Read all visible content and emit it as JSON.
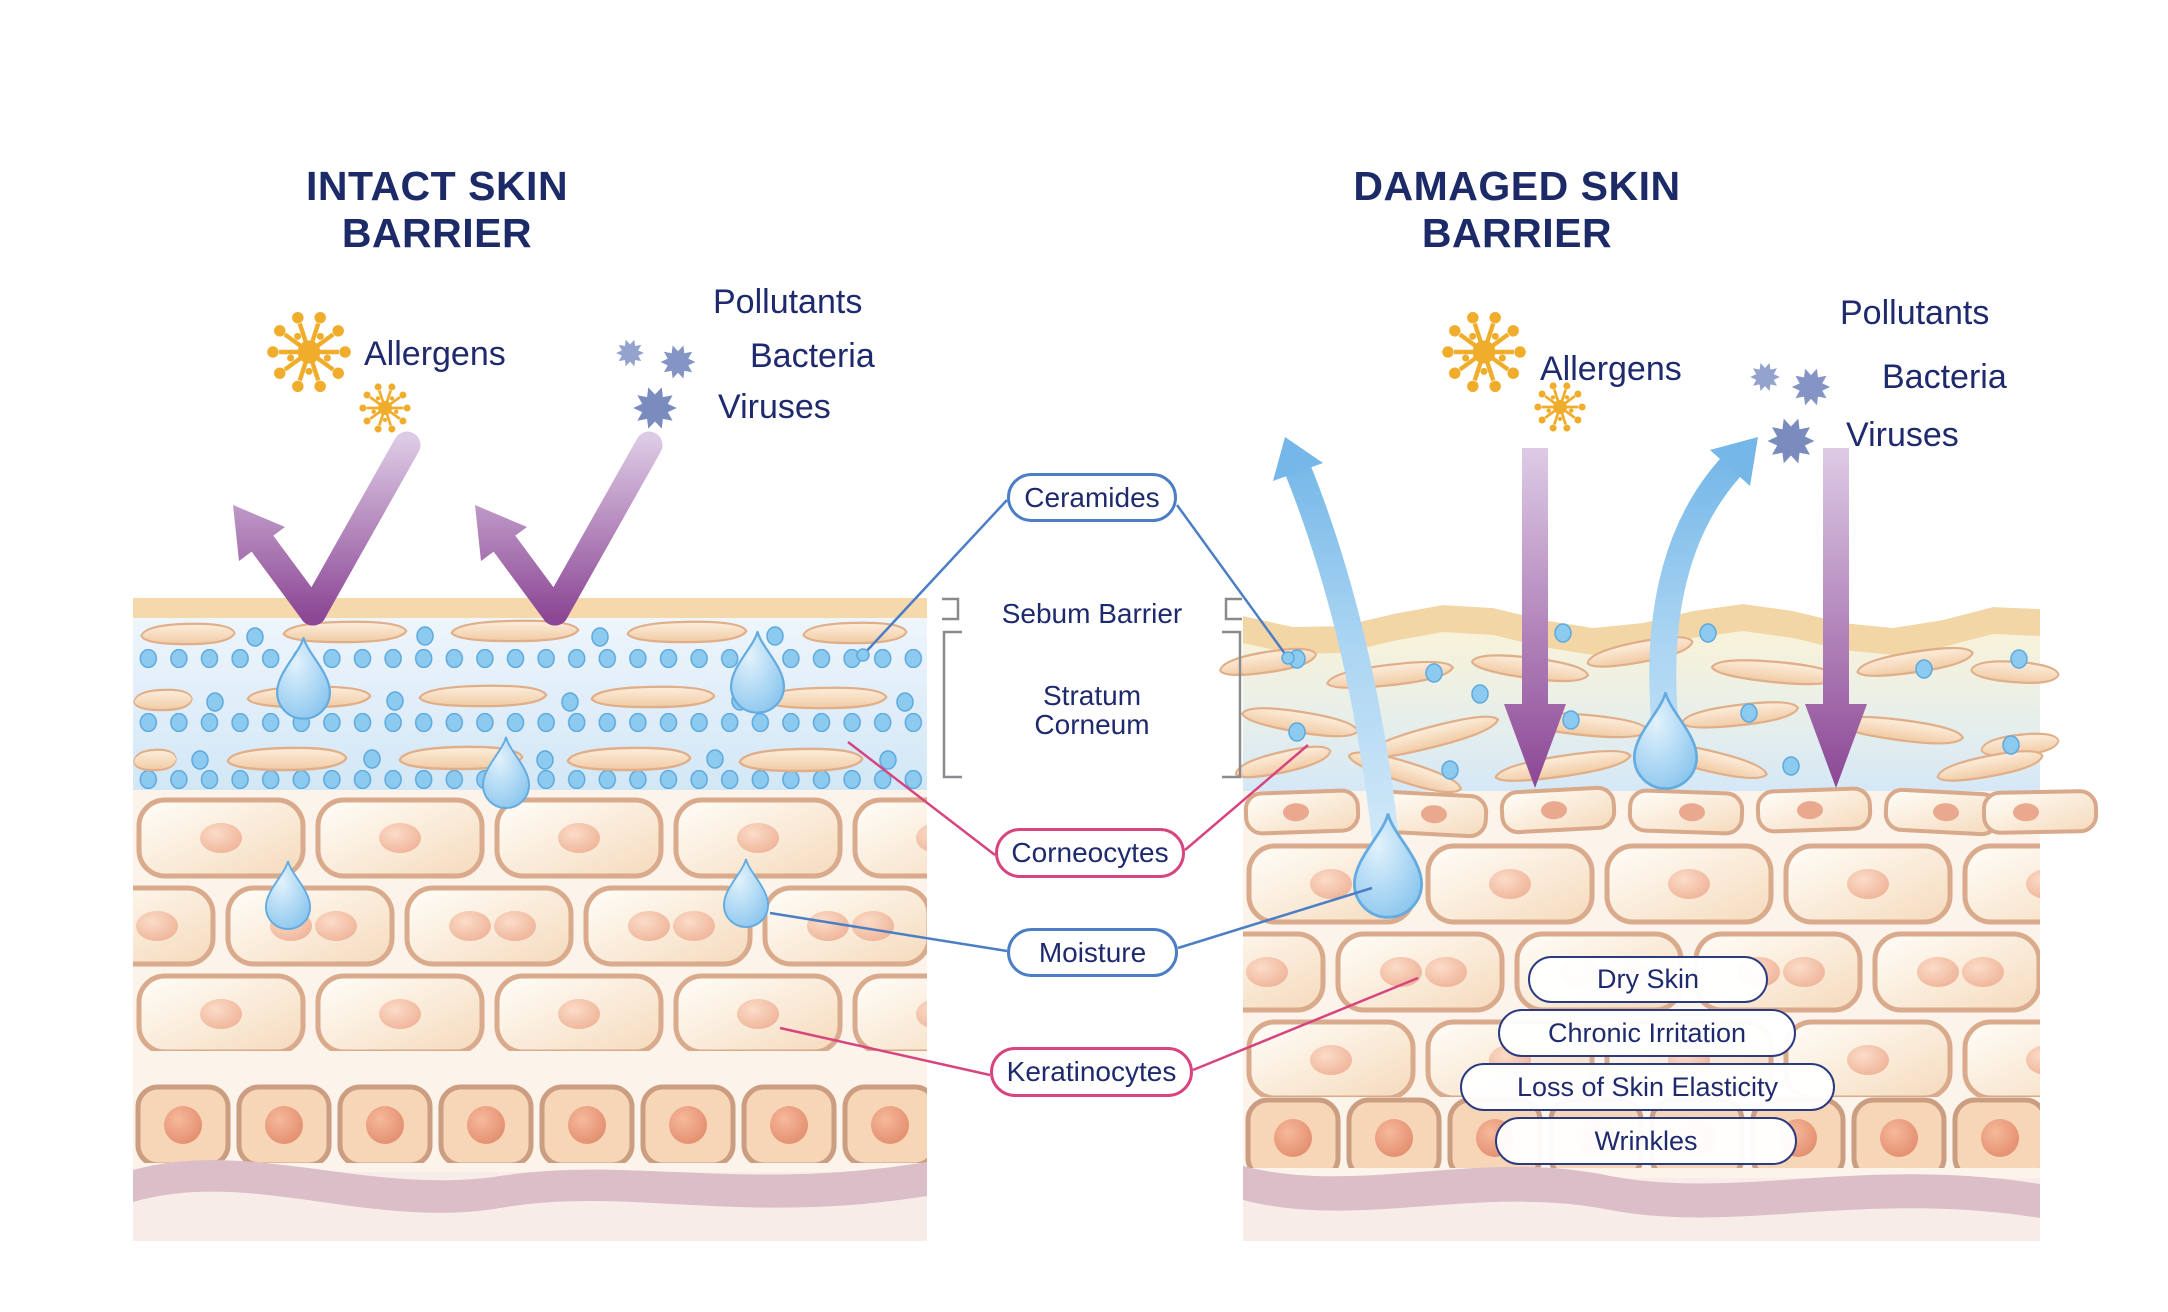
{
  "panels": {
    "left": {
      "title": "INTACT SKIN BARRIER"
    },
    "right": {
      "title": "DAMAGED SKIN BARRIER"
    }
  },
  "threats": {
    "allergens": "Allergens",
    "pollutants": "Pollutants",
    "bacteria": "Bacteria",
    "viruses": "Viruses"
  },
  "labels": {
    "ceramides": "Ceramides",
    "sebum_barrier": "Sebum Barrier",
    "stratum_corneum": "Stratum Corneum",
    "corneocytes": "Corneocytes",
    "moisture": "Moisture",
    "keratinocytes": "Keratinocytes"
  },
  "damage_effects": [
    "Dry Skin",
    "Chronic Irritation",
    "Loss of Skin Elasticity",
    "Wrinkles"
  ],
  "colors": {
    "navy_text": "#1e2a6d",
    "blue_accent": "#4b7ec5",
    "pink_accent": "#d64580",
    "purple_arrow": "#8c4795",
    "blue_arrow": "#74b7e8",
    "allergen_yellow": "#f0ad2b",
    "microbe_blue": "#8494c4",
    "bracket_gray": "#8a8a8e"
  }
}
